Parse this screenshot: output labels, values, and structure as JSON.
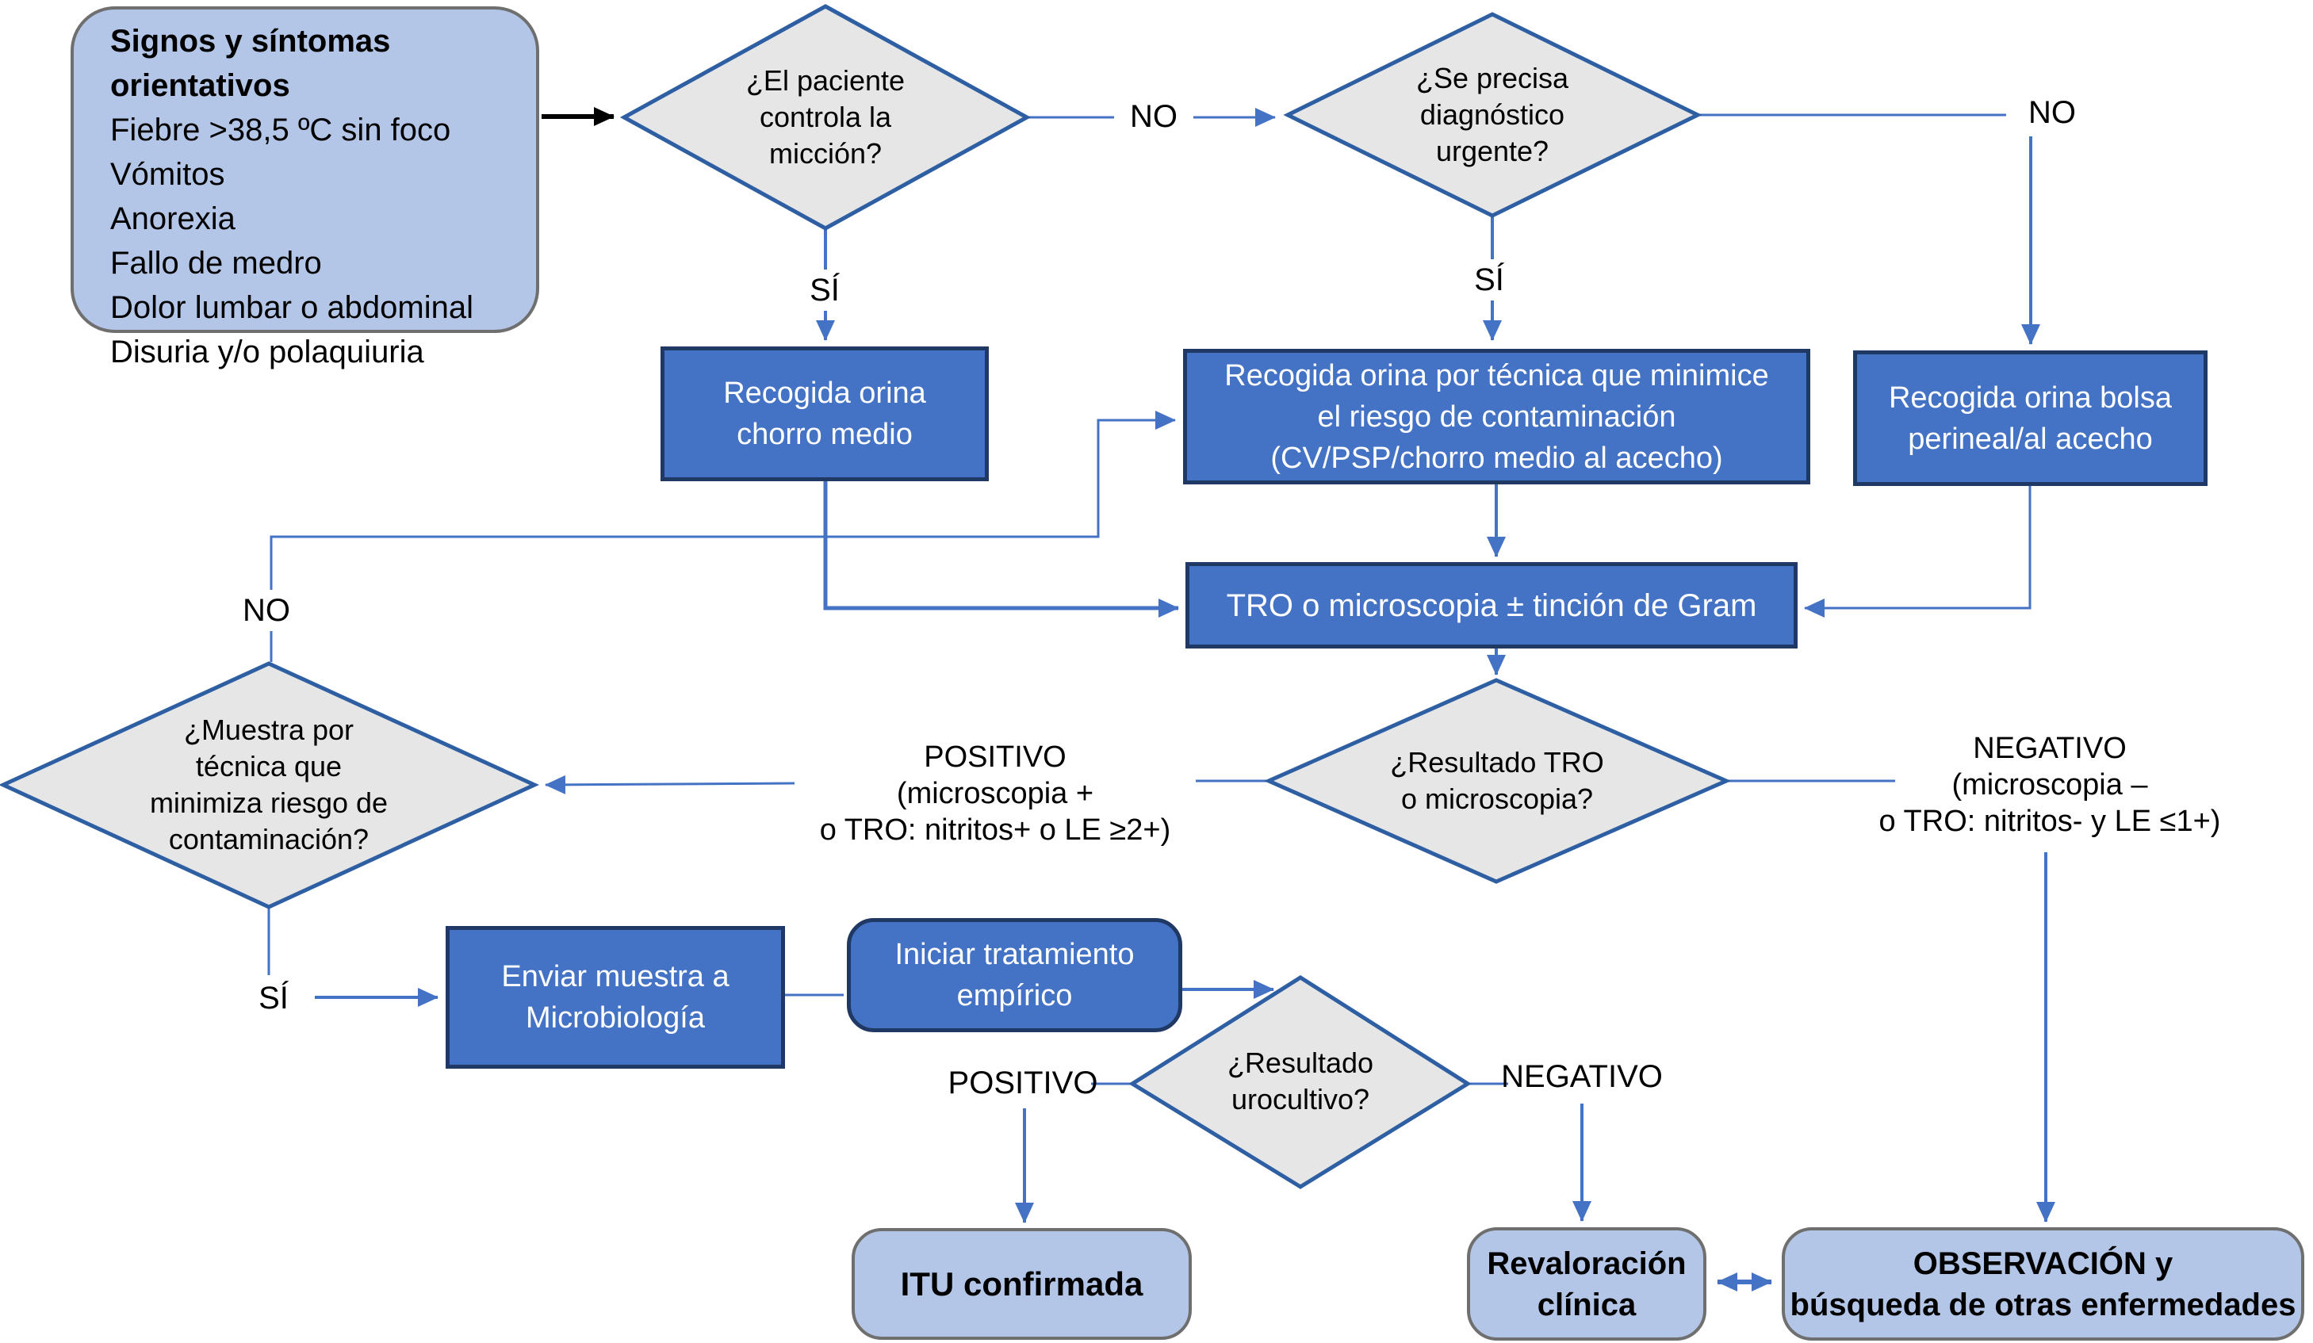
{
  "colors": {
    "node_blue": "#4472c4",
    "node_border": "#1f3864",
    "light_blue": "#b4c6e7",
    "light_border": "#6f6f6f",
    "diamond_fill": "#e7e6e6",
    "diamond_border": "#2e5fa3",
    "connector": "#4472c4",
    "black_arrow": "#000000",
    "text_dark": "#000000",
    "text_light": "#ffffff"
  },
  "symptoms": {
    "title": "Signos y síntomas orientativos",
    "items": [
      "Fiebre >38,5 ºC sin foco",
      "Vómitos",
      "Anorexia",
      "Fallo de medro",
      "Dolor lumbar o abdominal",
      "Disuria y/o polaquiuria"
    ]
  },
  "decisions": {
    "controls_micturition": {
      "lines": [
        "¿El paciente",
        "controla la",
        "micción?"
      ]
    },
    "urgent_diagnosis": {
      "lines": [
        "¿Se precisa",
        "diagnóstico",
        "urgente?"
      ]
    },
    "tro_result": {
      "lines": [
        "¿Resultado TRO",
        "o microscopia?"
      ]
    },
    "sample_technique": {
      "lines": [
        "¿Muestra por",
        "técnica que",
        "minimiza riesgo de",
        "contaminación?"
      ]
    },
    "urine_culture": {
      "lines": [
        "¿Resultado",
        "urocultivo?"
      ]
    }
  },
  "processes": {
    "midstream": {
      "lines": [
        "Recogida orina",
        "chorro medio"
      ]
    },
    "min_contamination": {
      "lines": [
        "Recogida orina por técnica que minimice",
        "el riesgo de contaminación",
        "(CV/PSP/chorro medio al acecho)"
      ]
    },
    "perineal_bag": {
      "lines": [
        "Recogida orina bolsa",
        "perineal/al acecho"
      ]
    },
    "tro_test": {
      "lines": [
        "TRO o microscopia ± tinción de Gram"
      ]
    },
    "send_microbiology": {
      "lines": [
        "Enviar muestra a",
        "Microbiología"
      ]
    },
    "empiric_treatment": {
      "lines": [
        "Iniciar tratamiento",
        "empírico"
      ]
    }
  },
  "outcomes": {
    "confirmed": {
      "lines": [
        "ITU confirmada"
      ]
    },
    "reassessment": {
      "lines": [
        "Revaloración",
        "clínica"
      ]
    },
    "observation": {
      "lines": [
        "OBSERVACIÓN y",
        "búsqueda de otras enfermedades"
      ]
    }
  },
  "labels": {
    "no": "NO",
    "yes": "SÍ",
    "positive_tro": {
      "lines": [
        "POSITIVO",
        "(microscopia +",
        "o TRO: nitritos+ o LE ≥2+)"
      ]
    },
    "negative_tro": {
      "lines": [
        "NEGATIVO",
        "(microscopia –",
        "o TRO: nitritos- y LE ≤1+)"
      ]
    },
    "positive": "POSITIVO",
    "negative": "NEGATIVO"
  }
}
